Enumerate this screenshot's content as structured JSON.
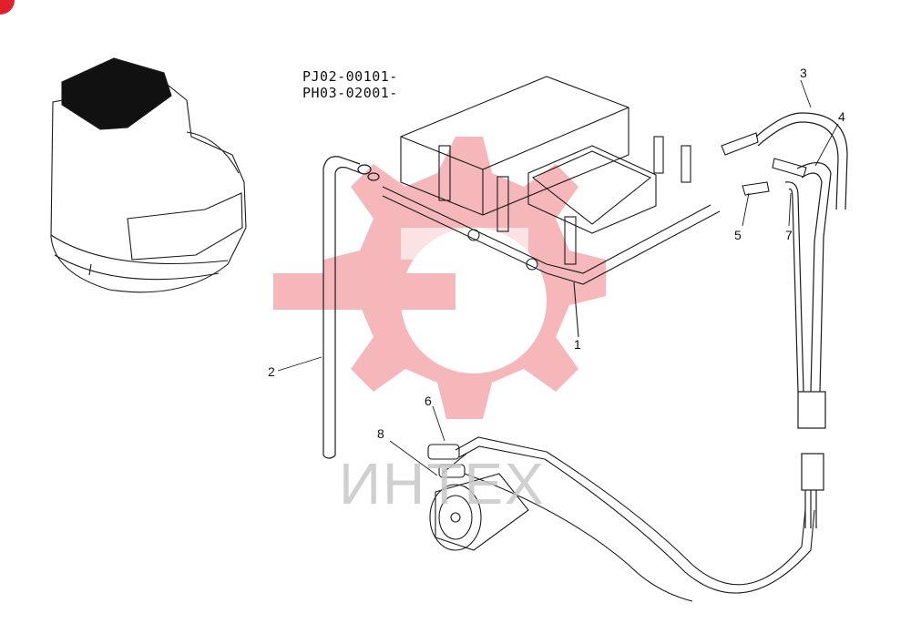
{
  "diagram": {
    "serial_numbers": [
      "PJ02-00101-",
      "PH03-02001-"
    ],
    "callouts": [
      "1",
      "2",
      "3",
      "4",
      "5",
      "6",
      "7",
      "8"
    ],
    "watermark_text": "ИНТЕХ",
    "colors": {
      "line": "#1a1a1a",
      "watermark": "#f2a0a4",
      "corner_badge": "#e0202a",
      "cab_roof": "#111111"
    }
  }
}
